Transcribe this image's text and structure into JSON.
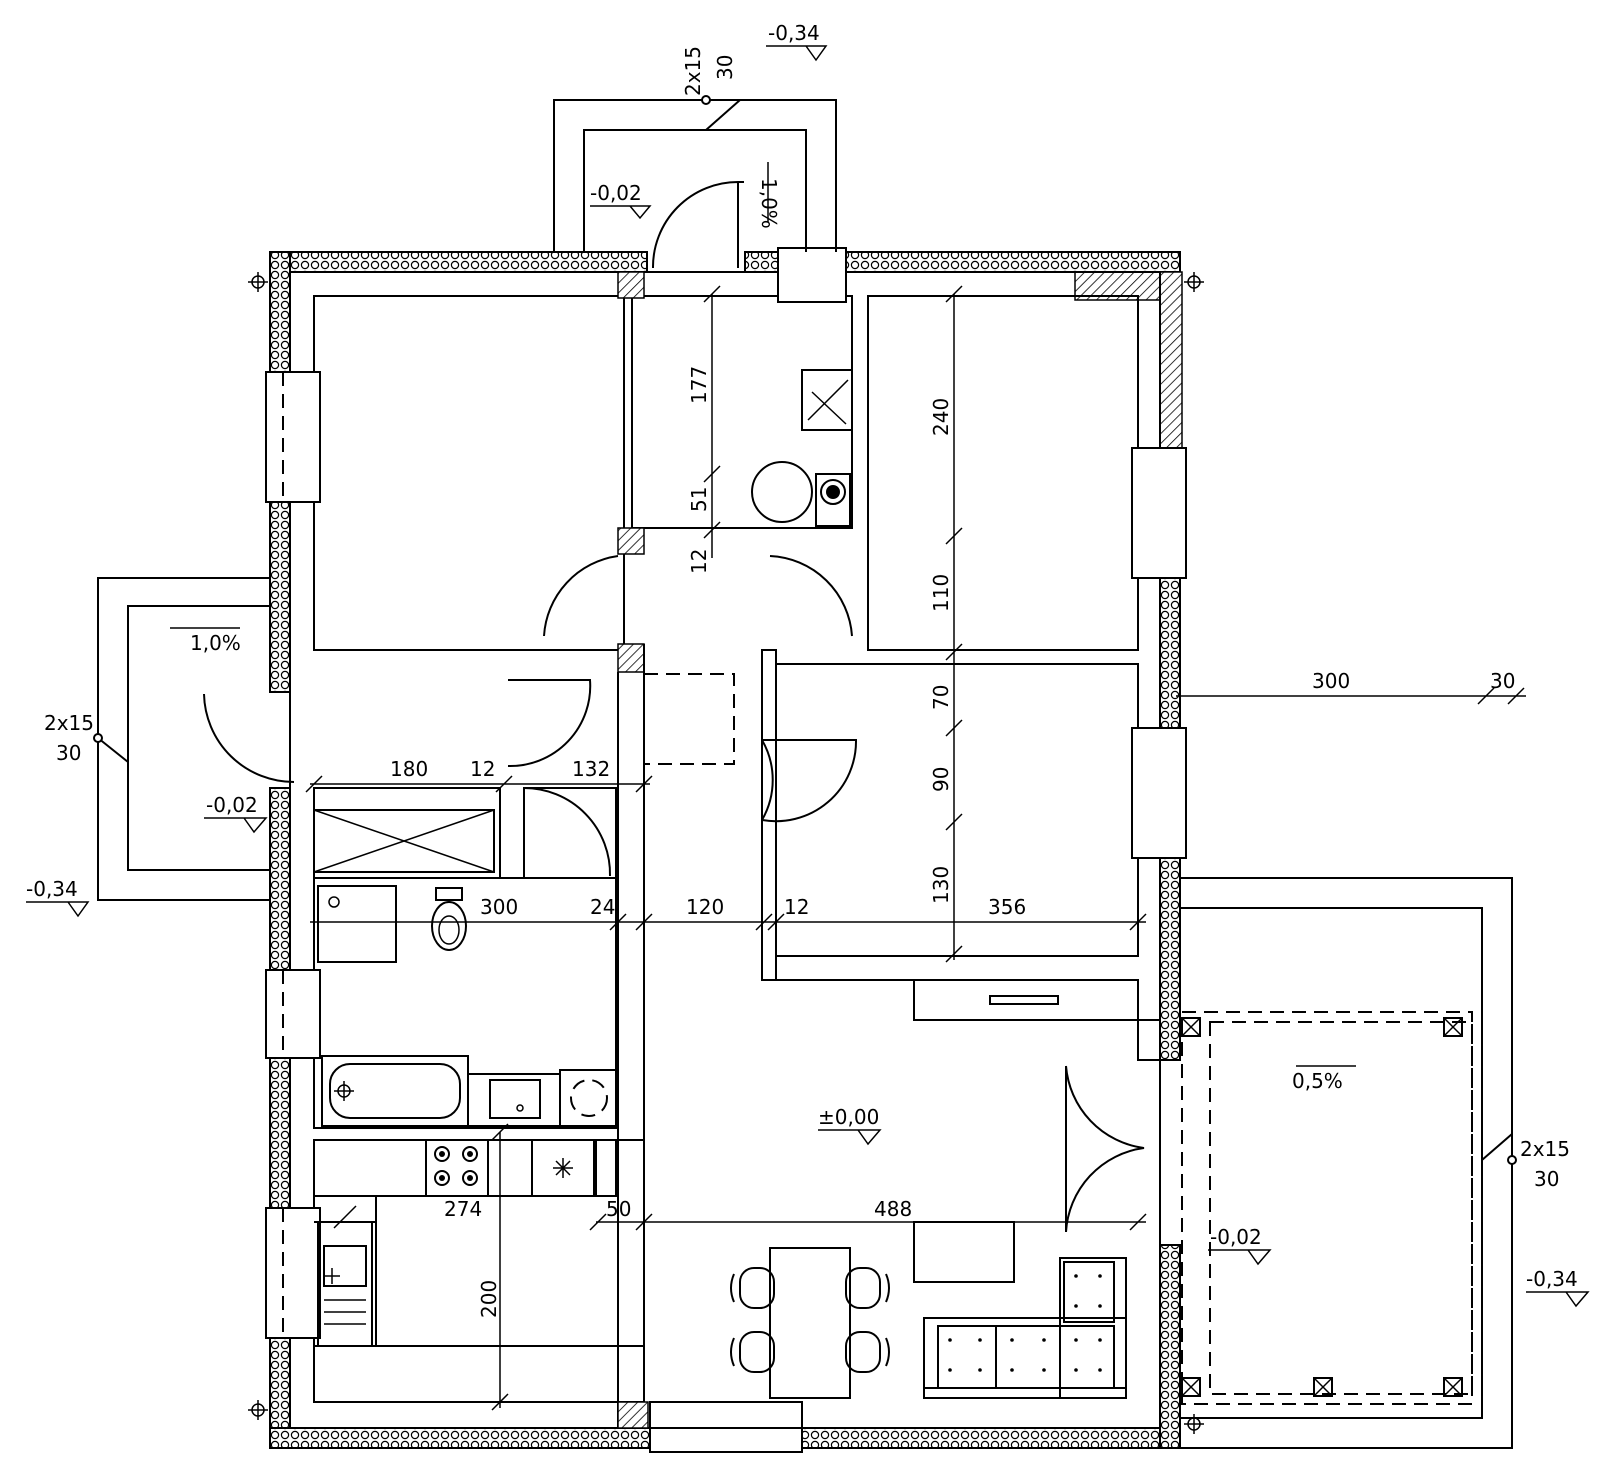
{
  "levels": {
    "top_entrance": "-0,34",
    "entry_floor": "-0,02",
    "left_terrace_ground": "-0,34",
    "left_terrace_floor": "-0,02",
    "main_floor": "±0,00",
    "right_terrace_floor": "-0,02",
    "right_terrace_ground": "-0,34"
  },
  "slopes": {
    "entry": "1,0%",
    "left_terrace": "1,0%",
    "right_terrace": "0,5%"
  },
  "stairs": {
    "top": [
      "2x15",
      "30"
    ],
    "left": [
      "2x15",
      "30"
    ],
    "right": [
      "2x15",
      "30"
    ]
  },
  "dimensions": {
    "d177": "177",
    "d51": "51",
    "d12_entry": "12",
    "d240": "240",
    "d110": "110",
    "d70": "70",
    "d90": "90",
    "d130": "130",
    "d300_right": "300",
    "d30_right": "30",
    "d180": "180",
    "d12_bath": "12",
    "d132": "132",
    "d300_bath": "300",
    "d24": "24",
    "d120": "120",
    "d12_hall": "12",
    "d356": "356",
    "d274": "274",
    "d50": "50",
    "d488": "488",
    "d200": "200"
  }
}
